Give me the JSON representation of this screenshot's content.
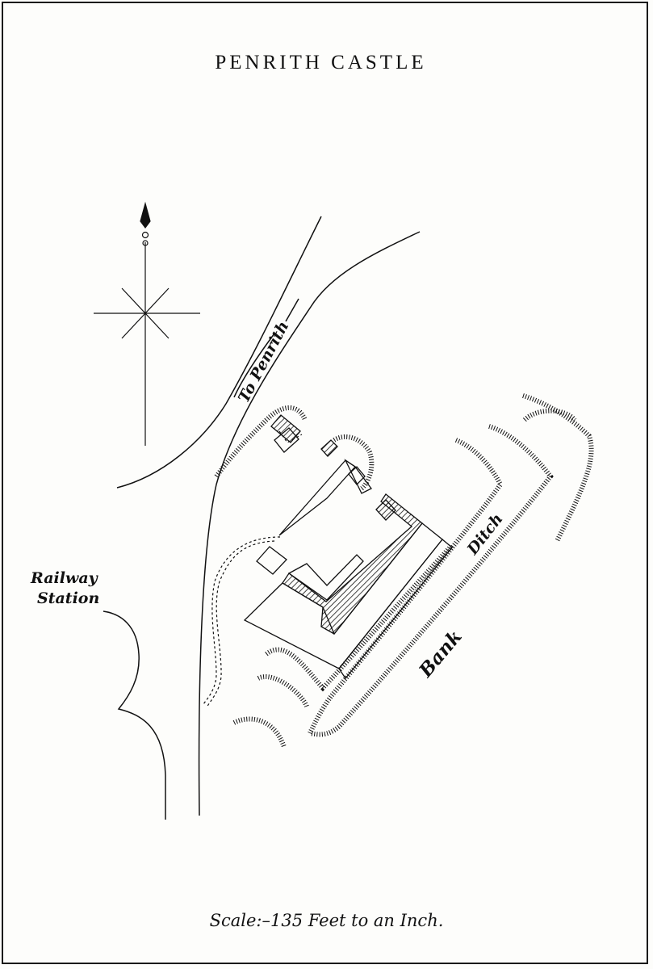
{
  "title": "PENRITH CASTLE",
  "labels": {
    "road": "To Penrith",
    "railway_line1": "Railway",
    "railway_line2": "Station",
    "ditch": "Ditch",
    "bank": "Bank"
  },
  "scale": "Scale:–135 Feet to an Inch.",
  "colors": {
    "ink": "#111111",
    "paper": "#fdfdfb"
  },
  "icons": {
    "north_arrow": "compass-rose-icon"
  }
}
